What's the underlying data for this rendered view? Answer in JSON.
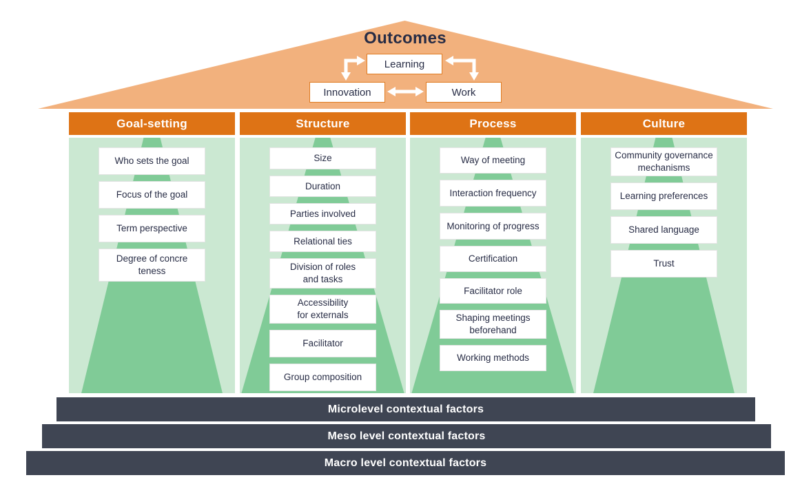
{
  "colors": {
    "roof_peach": "#F2B17D",
    "header_orange": "#DE7315",
    "roof_box_border": "#DF7A20",
    "panel_light_green": "#CBE8D2",
    "trapezoid_green": "#80CB97",
    "navy_text": "#272C45",
    "context_bar_dark": "#3F4553",
    "white": "#FFFFFF"
  },
  "roof": {
    "title": "Outcomes",
    "nodes": {
      "learning": "Learning",
      "innovation": "Innovation",
      "work": "Work"
    }
  },
  "columns": [
    {
      "title": "Goal-setting",
      "items": [
        "Who sets the goal",
        "Focus of the goal",
        "Term perspective",
        "Degree of concre\nteness"
      ]
    },
    {
      "title": "Structure",
      "items": [
        "Size",
        "Duration",
        "Parties involved",
        "Relational ties",
        "Division of roles\nand tasks",
        "Accessibility\nfor externals",
        "Facilitator",
        "Group composition"
      ]
    },
    {
      "title": "Process",
      "items": [
        "Way of meeting",
        "Interaction frequency",
        "Monitoring of progress",
        "Certification",
        "Facilitator role",
        "Shaping meetings\nbeforehand",
        "Working methods"
      ]
    },
    {
      "title": "Culture",
      "items": [
        "Community governance\nmechanisms",
        "Learning preferences",
        "Shared language",
        "Trust"
      ]
    }
  ],
  "bars": [
    "Microlevel contextual factors",
    "Meso level contextual factors",
    "Macro level contextual factors"
  ]
}
